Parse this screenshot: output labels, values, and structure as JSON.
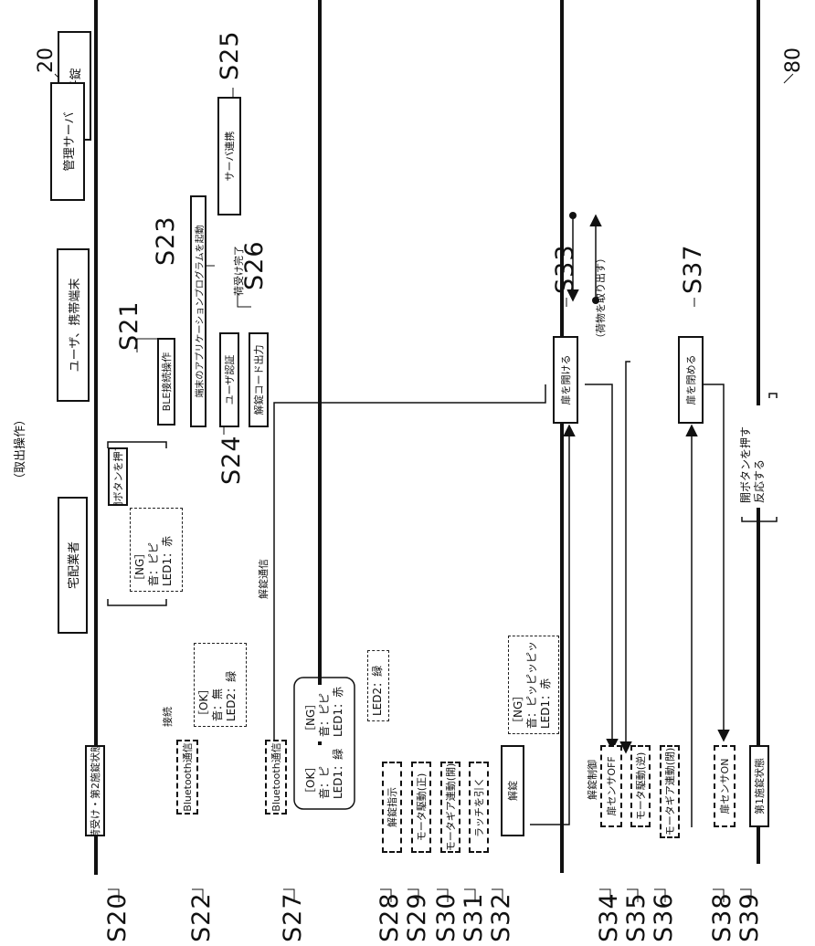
{
  "title": "（取出操作）",
  "lanes": {
    "lock": {
      "ref": "20",
      "name": "電子錠"
    },
    "courier": {
      "name": "宅配業者"
    },
    "user": {
      "name": "ユーザ、携帯端末"
    },
    "server": {
      "ref": "80",
      "name": "管理サーバ"
    }
  },
  "steps": {
    "s20": {
      "code": "S20",
      "text": "荷受け・第2施錠状態"
    },
    "s21": {
      "code": "S21",
      "text": "BLE接続操作"
    },
    "s22": {
      "code": "S22",
      "text": "Bluetooth通信"
    },
    "s23": {
      "code": "S23",
      "text": "端末のアプリケーションプログラムを起動"
    },
    "s24": {
      "code": "S24",
      "text": "ユーザ認証"
    },
    "s25": {
      "code": "S25",
      "text": "サーバ連携"
    },
    "s26": {
      "code": "S26",
      "text": "解錠コード出力"
    },
    "s27": {
      "code": "S27",
      "text": "Bluetooth通信"
    },
    "s28": {
      "code": "S28",
      "text": "解錠指示"
    },
    "s29": {
      "code": "S29",
      "text": "モータ駆動(正)"
    },
    "s30": {
      "code": "S30",
      "text": "モータギア連動(開)"
    },
    "s31": {
      "code": "S31",
      "text": "ラッチを引く"
    },
    "s32": {
      "code": "S32",
      "text": "解錠"
    },
    "s33": {
      "code": "S33",
      "text": "扉を開ける"
    },
    "s34": {
      "code": "S34",
      "text": "扉センサOFF"
    },
    "s35": {
      "code": "S35",
      "text": "モータ駆動(逆)"
    },
    "s36": {
      "code": "S36",
      "text": "モータギア連動(閉)"
    },
    "s37": {
      "code": "S37",
      "text": "扉を閉める"
    },
    "s38": {
      "code": "S38",
      "text": "扉センサON"
    },
    "s39": {
      "code": "S39",
      "text": "第1施錠状態"
    }
  },
  "labels": {
    "connect": "接続",
    "unlock_comm": "解錠通信",
    "receive_done": "荷受け完了",
    "take_out": "（荷物を取り出す）",
    "unlock_control": "解錠制御"
  },
  "notes": {
    "ng_courier": {
      "head": "開ボタンを押す",
      "l1": "［NG］",
      "l2": "音：ピピ",
      "l3": "LED1：赤"
    },
    "ok_s22": {
      "l1": "［OK］",
      "l2": "音：無",
      "l3": "LED2：緑"
    },
    "led2_s27": "LED2：緑",
    "ng_s27": {
      "l1": "［NG］",
      "l2": "音：ピピ",
      "l3": "LED1：赤"
    },
    "ok_s27": {
      "l1": "［OK］",
      "l2": "音：ピ",
      "l3": "LED1：緑"
    },
    "ng_s32": {
      "l1": "［NG］",
      "l2": "音：ピッピッピッ",
      "l3": "LED1：赤"
    },
    "open_button": {
      "l1": "開ボタンを押す",
      "l2": "反応する"
    }
  }
}
